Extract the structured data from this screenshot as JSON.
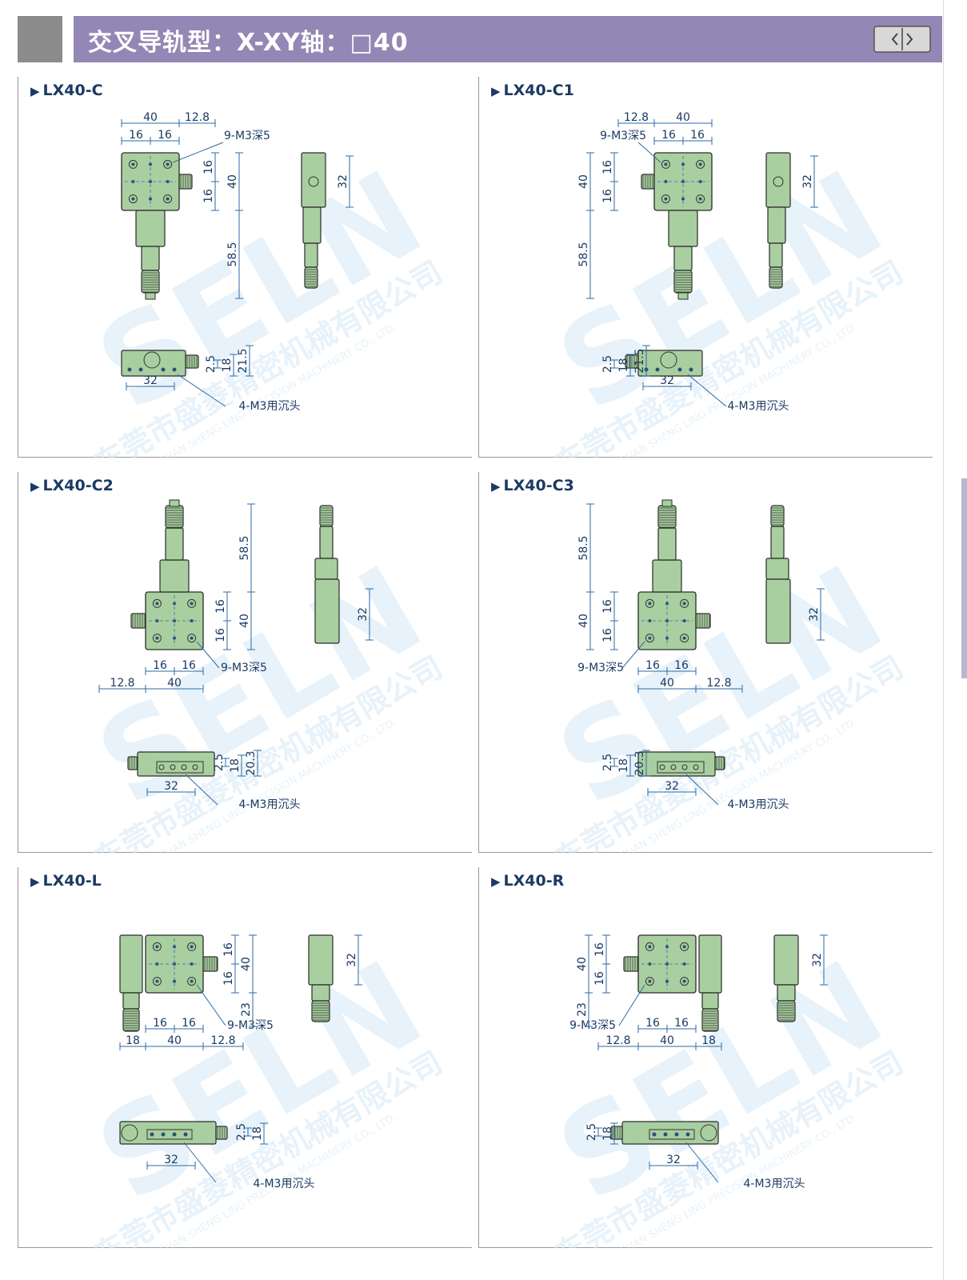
{
  "header": {
    "title": "交叉导轨型：X-XY轴：□40"
  },
  "panels": [
    {
      "id": "LX40-C",
      "title": "LX40-C",
      "layout": "C",
      "top_dims": {
        "w": "40",
        "q1": "16",
        "q2": "16",
        "ext": "12.8",
        "holes": "9-M3深5",
        "h16a": "16",
        "h16b": "16",
        "h40": "40",
        "mic": "58.5",
        "side": "32"
      },
      "bottom_dims": {
        "width": "32",
        "d1": "2.5",
        "d2": "18",
        "d3": "21.5",
        "holes": "4-M3用沉头"
      }
    },
    {
      "id": "LX40-C1",
      "title": "LX40-C1",
      "layout": "C1",
      "top_dims": {
        "w": "40",
        "q1": "16",
        "q2": "16",
        "ext": "12.8",
        "holes": "9-M3深5",
        "h16a": "16",
        "h16b": "16",
        "h40": "40",
        "mic": "58.5",
        "side": "32"
      },
      "bottom_dims": {
        "width": "32",
        "d1": "2.5",
        "d2": "18",
        "d3": "21.5",
        "holes": "4-M3用沉头"
      }
    },
    {
      "id": "LX40-C2",
      "title": "LX40-C2",
      "layout": "C2",
      "top_dims": {
        "w": "40",
        "q1": "16",
        "q2": "16",
        "ext": "12.8",
        "holes": "9-M3深5",
        "h16a": "16",
        "h16b": "16",
        "h40": "40",
        "mic": "58.5",
        "side": "32"
      },
      "bottom_dims": {
        "width": "32",
        "d1": "2.5",
        "d2": "18",
        "d3": "20.3",
        "holes": "4-M3用沉头"
      }
    },
    {
      "id": "LX40-C3",
      "title": "LX40-C3",
      "layout": "C3",
      "top_dims": {
        "w": "40",
        "q1": "16",
        "q2": "16",
        "ext": "12.8",
        "holes": "9-M3深5",
        "h16a": "16",
        "h16b": "16",
        "h40": "40",
        "mic": "58.5",
        "side": "32"
      },
      "bottom_dims": {
        "width": "32",
        "d1": "2.5",
        "d2": "18",
        "d3": "20.3",
        "holes": "4-M3用沉头"
      }
    },
    {
      "id": "LX40-L",
      "title": "LX40-L",
      "layout": "L",
      "top_dims": {
        "w": "40",
        "q1": "16",
        "q2": "16",
        "ext": "12.8",
        "holes": "9-M3深5",
        "h16a": "16",
        "h16b": "16",
        "h40": "40",
        "mic": "23",
        "side": "32",
        "side2": "18"
      },
      "bottom_dims": {
        "width": "32",
        "d1": "2.5",
        "d2": "18",
        "d3": "",
        "holes": "4-M3用沉头"
      }
    },
    {
      "id": "LX40-R",
      "title": "LX40-R",
      "layout": "R",
      "top_dims": {
        "w": "40",
        "q1": "16",
        "q2": "16",
        "ext": "12.8",
        "holes": "9-M3深5",
        "h16a": "16",
        "h16b": "16",
        "h40": "40",
        "mic": "23",
        "side": "32",
        "side2": "18"
      },
      "bottom_dims": {
        "width": "32",
        "d1": "2.5",
        "d2": "18",
        "d3": "",
        "holes": "4-M3用沉头"
      }
    }
  ],
  "watermark": {
    "logo": "SELN",
    "company_cn": "东莞市盛菱精密机械有限公司",
    "company_en": "DONGGUAN SHENG LING PRECISION MACHINERY CO., LTD."
  },
  "colors": {
    "header_band": "#9387b5",
    "stage_fill": "#a9cfa0",
    "dim_line": "#2e6aa5",
    "watermark": "#d4e8f6"
  }
}
